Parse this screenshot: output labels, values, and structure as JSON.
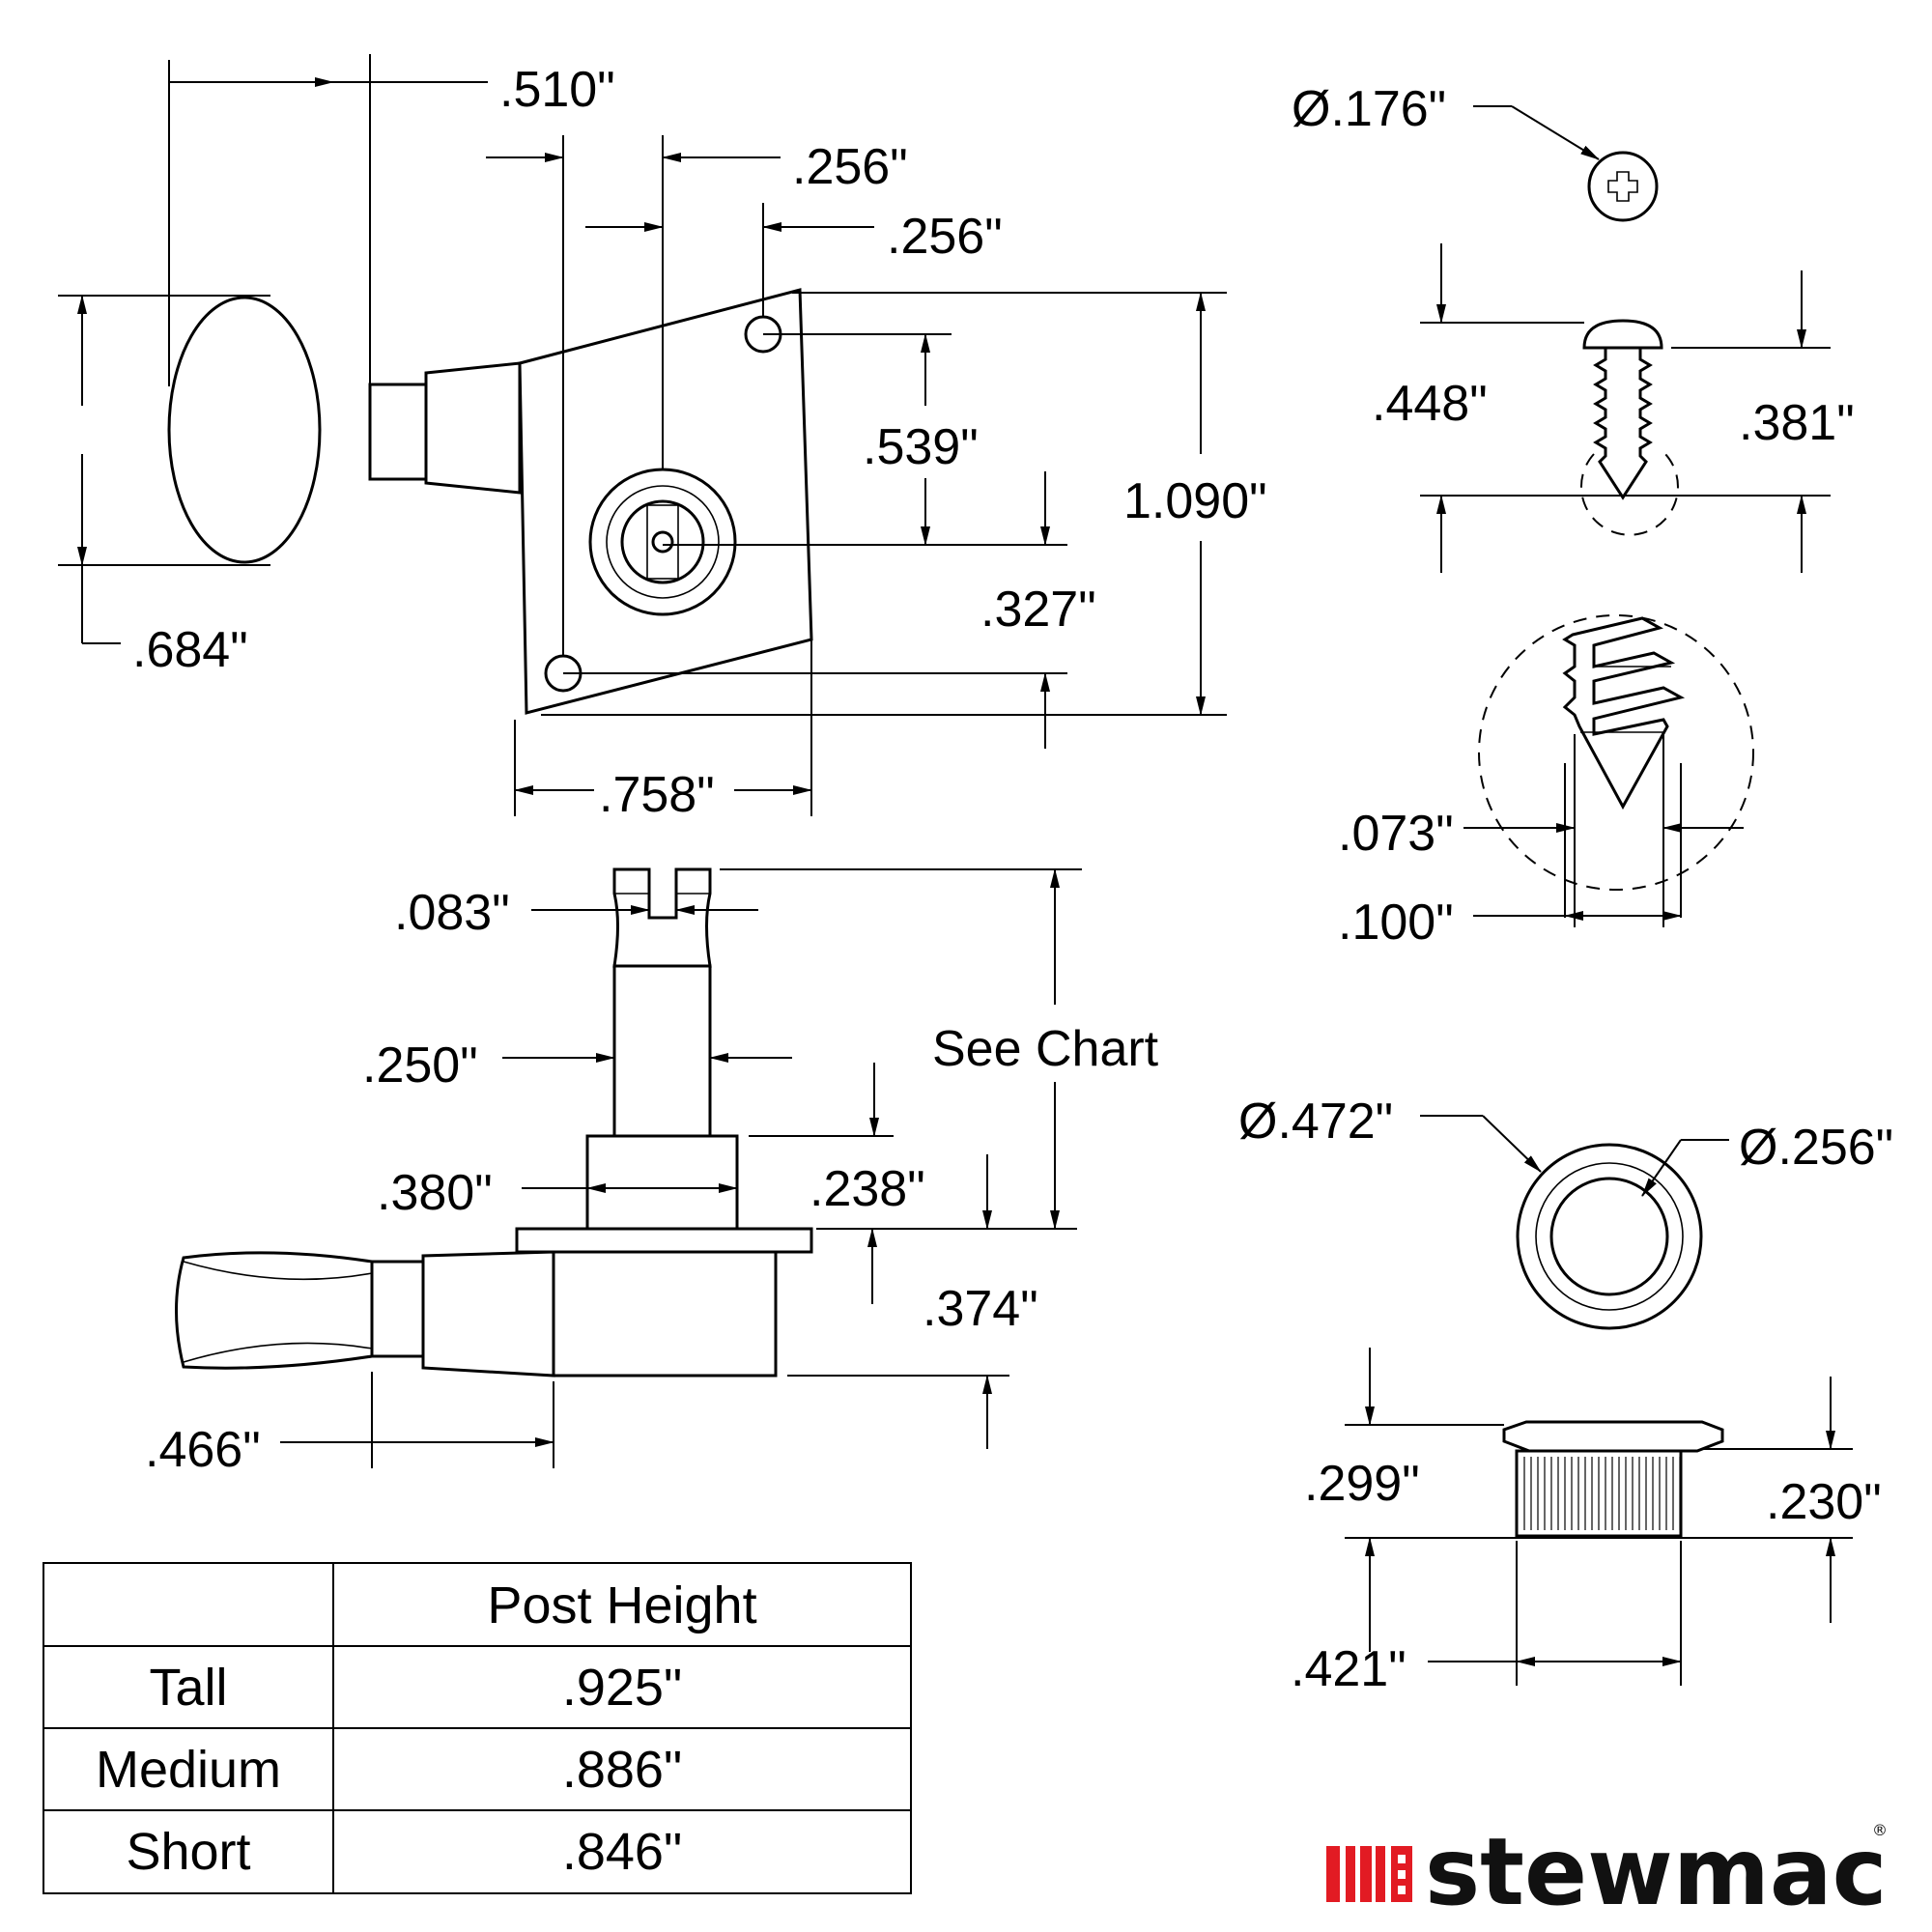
{
  "dimensions": {
    "button_offset": ".510\"",
    "post_offset_x": ".256\"",
    "hole_offset_x": ".256\"",
    "post_to_hole_y": ".539\"",
    "plate_height": "1.090\"",
    "button_height": ".684\"",
    "post_to_lower_hole_y": ".327\"",
    "plate_width": ".758\"",
    "slot_width": ".083\"",
    "post_diameter": ".250\"",
    "see_chart": "See Chart",
    "collar_width": ".380\"",
    "collar_height": ".238\"",
    "housing_height": ".374\"",
    "shaft_length": ".466\"",
    "screw_head_dia": "Ø.176\"",
    "screw_total_length": ".448\"",
    "screw_shank_length": ".381\"",
    "screw_root_dia": ".073\"",
    "screw_thread_dia": ".100\"",
    "bushing_outer_dia": "Ø.472\"",
    "bushing_inner_dia": "Ø.256\"",
    "bushing_height": ".299\"",
    "bushing_knurl_height": ".230\"",
    "bushing_knurl_dia": ".421\""
  },
  "table": {
    "header": "Post Height",
    "rows": [
      {
        "label": "Tall",
        "value": ".925\""
      },
      {
        "label": "Medium",
        "value": ".886\""
      },
      {
        "label": "Short",
        "value": ".846\""
      }
    ]
  },
  "brand": {
    "name": "stewmac",
    "registered": "®",
    "logo_color": "#e21b23"
  }
}
